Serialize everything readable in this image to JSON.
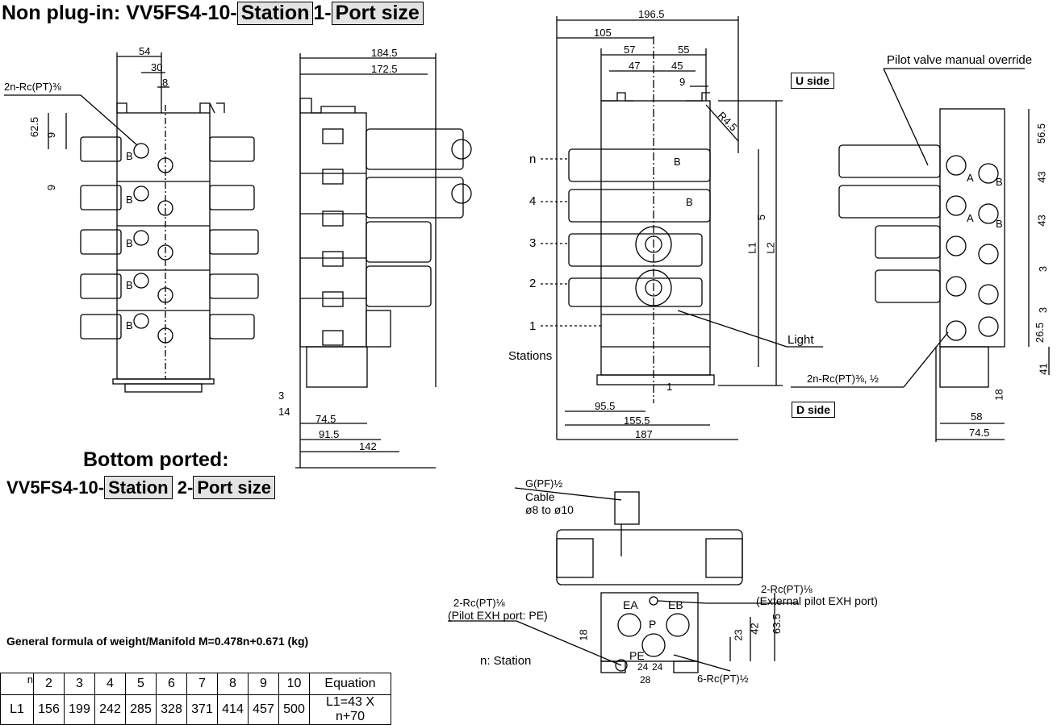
{
  "titles": {
    "non_plugin": {
      "prefix": "Non plug-in: VV5FS4-10-",
      "station": "Station",
      "mid": "1-",
      "port": "Port size"
    },
    "bottom_label": "Bottom ported:",
    "bottom": {
      "prefix": "VV5FS4-10-",
      "station": "Station",
      "mid": "2-",
      "port": "Port size"
    }
  },
  "side_labels": {
    "u": "U side",
    "d": "D side"
  },
  "callouts": {
    "pilot_override": "Pilot valve manual override",
    "light": "Light",
    "stations": "Stations",
    "port_2n_left": "2n-Rc(PT)⅜",
    "port_2n_right": "2n-Rc(PT)⅜, ½",
    "g_pf": "G(PF)½",
    "cable": "Cable",
    "cable_dia": "ø8 to ø10",
    "rc_ext_1": "2-Rc(PT)⅛",
    "rc_ext_2": "(External pilot EXH port)",
    "rc_pe_1": "2-Rc(PT)⅛",
    "rc_pe_2": "(Pilot EXH port: PE)",
    "rc6": "6-Rc(PT)½",
    "ea": "EA",
    "eb": "EB",
    "p": "P",
    "pe": "PE"
  },
  "stations": [
    "n",
    "4",
    "3",
    "2",
    "1"
  ],
  "dims": {
    "d54": "54",
    "d30": "30",
    "d8": "8",
    "d62_5": "62.5",
    "d9a": "9",
    "d9b": "9",
    "d184_5": "184.5",
    "d172_5": "172.5",
    "d3": "3",
    "d14": "14",
    "d74_5a": "74.5",
    "d91_5": "91.5",
    "d142": "142",
    "d196_5": "196.5",
    "d105": "105",
    "d57": "57",
    "d55": "55",
    "d47": "47",
    "d45": "45",
    "d9c": "9",
    "r4_5": "R4.5",
    "d5": "5",
    "dl1": "L1",
    "dl2": "L2",
    "d1": "1",
    "d95_5": "95.5",
    "d155_5": "155.5",
    "d187": "187",
    "d56_5": "56.5",
    "d43a": "43",
    "d43b": "43",
    "d3a": "3",
    "d3b": "3",
    "d26_5": "26.5",
    "d41": "41",
    "d18a": "18",
    "d58": "58",
    "d74_5b": "74.5",
    "d63_5": "63.5",
    "d42": "42",
    "d23": "23",
    "d24a": "24",
    "d24b": "24",
    "d28": "28",
    "d18b": "18"
  },
  "weight": {
    "title": "General formula of weight/Manifold M=0.478n+0.671 (kg)",
    "note": "n: Station",
    "corner": "n",
    "columns": [
      "2",
      "3",
      "4",
      "5",
      "6",
      "7",
      "8",
      "9",
      "10"
    ],
    "eq_header": "Equation",
    "row_label": "L1",
    "values": [
      "156",
      "199",
      "242",
      "285",
      "328",
      "371",
      "414",
      "457",
      "500"
    ],
    "equation": "L1=43 X n+70"
  }
}
